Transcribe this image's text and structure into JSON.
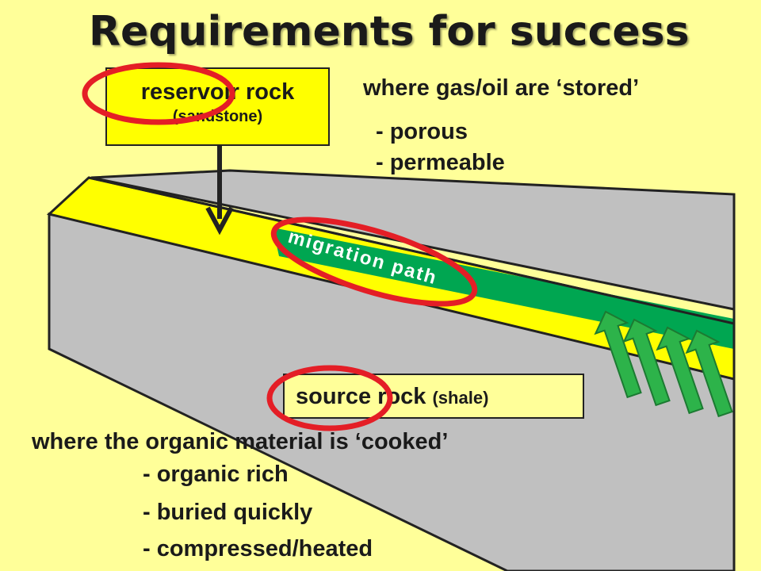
{
  "title": "Requirements for success",
  "reservoir": {
    "label": "reservoir rock",
    "sublabel": "(sandstone)",
    "description": "where gas/oil are ‘stored’",
    "properties": [
      "- porous",
      "- permeable"
    ]
  },
  "migration": {
    "label": "migration path"
  },
  "source": {
    "label": "source rock",
    "sublabel": "(shale)",
    "description": "where the organic material is ‘cooked’",
    "requirements": [
      "- organic rich",
      "- buried quickly",
      "- compressed/heated"
    ]
  },
  "colors": {
    "background": "#ffff99",
    "reservoir_layer": "#ffff00",
    "rock_gray": "#c0c0c0",
    "migration_green": "#00a651",
    "highlight_red": "#e41e26",
    "arrow_green": "#2db34a"
  },
  "icons": {
    "arrow_down": "down-arrow-icon",
    "arrow_up": "up-arrow-icon",
    "highlight": "highlight-ellipse"
  }
}
